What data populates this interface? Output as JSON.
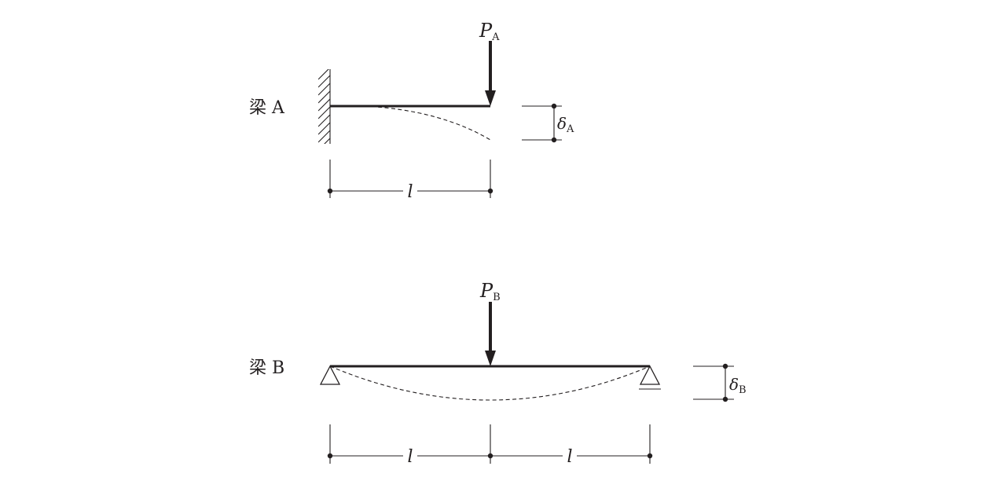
{
  "beam_a": {
    "name": "梁 A",
    "load_symbol": "P",
    "load_subscript": "A",
    "deflection_symbol": "δ",
    "deflection_subscript": "A",
    "span_label": "l"
  },
  "beam_b": {
    "name": "梁 B",
    "load_symbol": "P",
    "load_subscript": "B",
    "deflection_symbol": "δ",
    "deflection_subscript": "B",
    "span_label_left": "l",
    "span_label_right": "l"
  },
  "colors": {
    "ink": "#231f20",
    "background": "#ffffff"
  }
}
